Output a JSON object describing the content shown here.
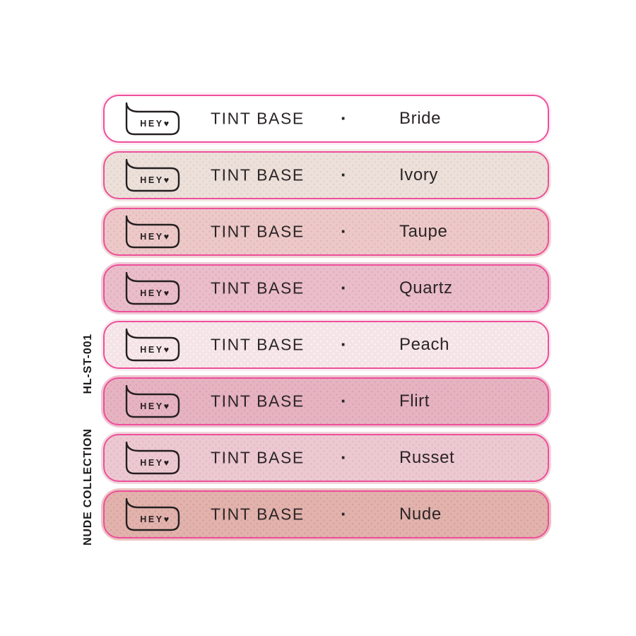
{
  "product_code": "HL-ST-001",
  "collection": "NUDE COLLECTION",
  "brand": {
    "logo_text": "HEY♥"
  },
  "accent": {
    "border_pink": "#ee4f9c",
    "text_dark": "#2b2526"
  },
  "rows": [
    {
      "label": "TINT BASE",
      "separator": "·",
      "name": "Bride",
      "fill_color": "#ffffff",
      "halo_color": "#fdecf4",
      "dot_color": "#ffffff"
    },
    {
      "label": "TINT BASE",
      "separator": "·",
      "name": "Ivory",
      "fill_color": "#ebe1da",
      "halo_color": "#f1e9e3",
      "dot_color": "#e8cfc8"
    },
    {
      "label": "TINT BASE",
      "separator": "·",
      "name": "Taupe",
      "fill_color": "#ecc9c8",
      "halo_color": "#f0d5d4",
      "dot_color": "#e2b6b8"
    },
    {
      "label": "TINT BASE",
      "separator": "·",
      "name": "Quartz",
      "fill_color": "#eabdca",
      "halo_color": "#eecad6",
      "dot_color": "#e0aabd"
    },
    {
      "label": "TINT BASE",
      "separator": "·",
      "name": "Peach",
      "fill_color": "#f5e4e7",
      "halo_color": "#f8ecee",
      "dot_color": "#fbf2f3"
    },
    {
      "label": "TINT BASE",
      "separator": "·",
      "name": "Flirt",
      "fill_color": "#e6b3c0",
      "halo_color": "#edc5cf",
      "dot_color": "#dda2b4"
    },
    {
      "label": "TINT BASE",
      "separator": "·",
      "name": "Russet",
      "fill_color": "#ecc9d1",
      "halo_color": "#f0d7db",
      "dot_color": "#e3b8c2"
    },
    {
      "label": "TINT BASE",
      "separator": "·",
      "name": "Nude",
      "fill_color": "#e2b2ac",
      "halo_color": "#eac4bf",
      "dot_color": "#d6a09a"
    }
  ]
}
